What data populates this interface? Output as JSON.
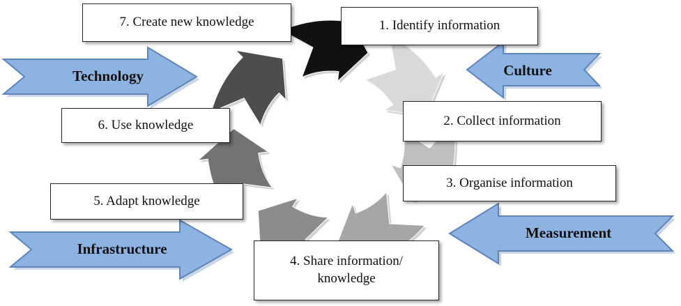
{
  "steps": [
    {
      "label": "1. Identify information"
    },
    {
      "label": "2. Collect information"
    },
    {
      "label": "3. Organise information"
    },
    {
      "label": "4. Share information/ knowledge"
    },
    {
      "label": "5. Adapt knowledge"
    },
    {
      "label": "6. Use knowledge"
    },
    {
      "label": "7. Create new knowledge"
    }
  ],
  "enablers": [
    {
      "label": "Technology",
      "direction": "right"
    },
    {
      "label": "Infrastructure",
      "direction": "right"
    },
    {
      "label": "Culture",
      "direction": "left"
    },
    {
      "label": "Measurement",
      "direction": "left"
    }
  ],
  "colors": {
    "arrow_fill": "#8db3e2",
    "arrow_stroke": "#5e84b8",
    "cycle_segments": [
      "#d9d9d9",
      "#bfbfbf",
      "#a6a6a6",
      "#8c8c8c",
      "#737373",
      "#4d4d4d",
      "#111111"
    ]
  }
}
